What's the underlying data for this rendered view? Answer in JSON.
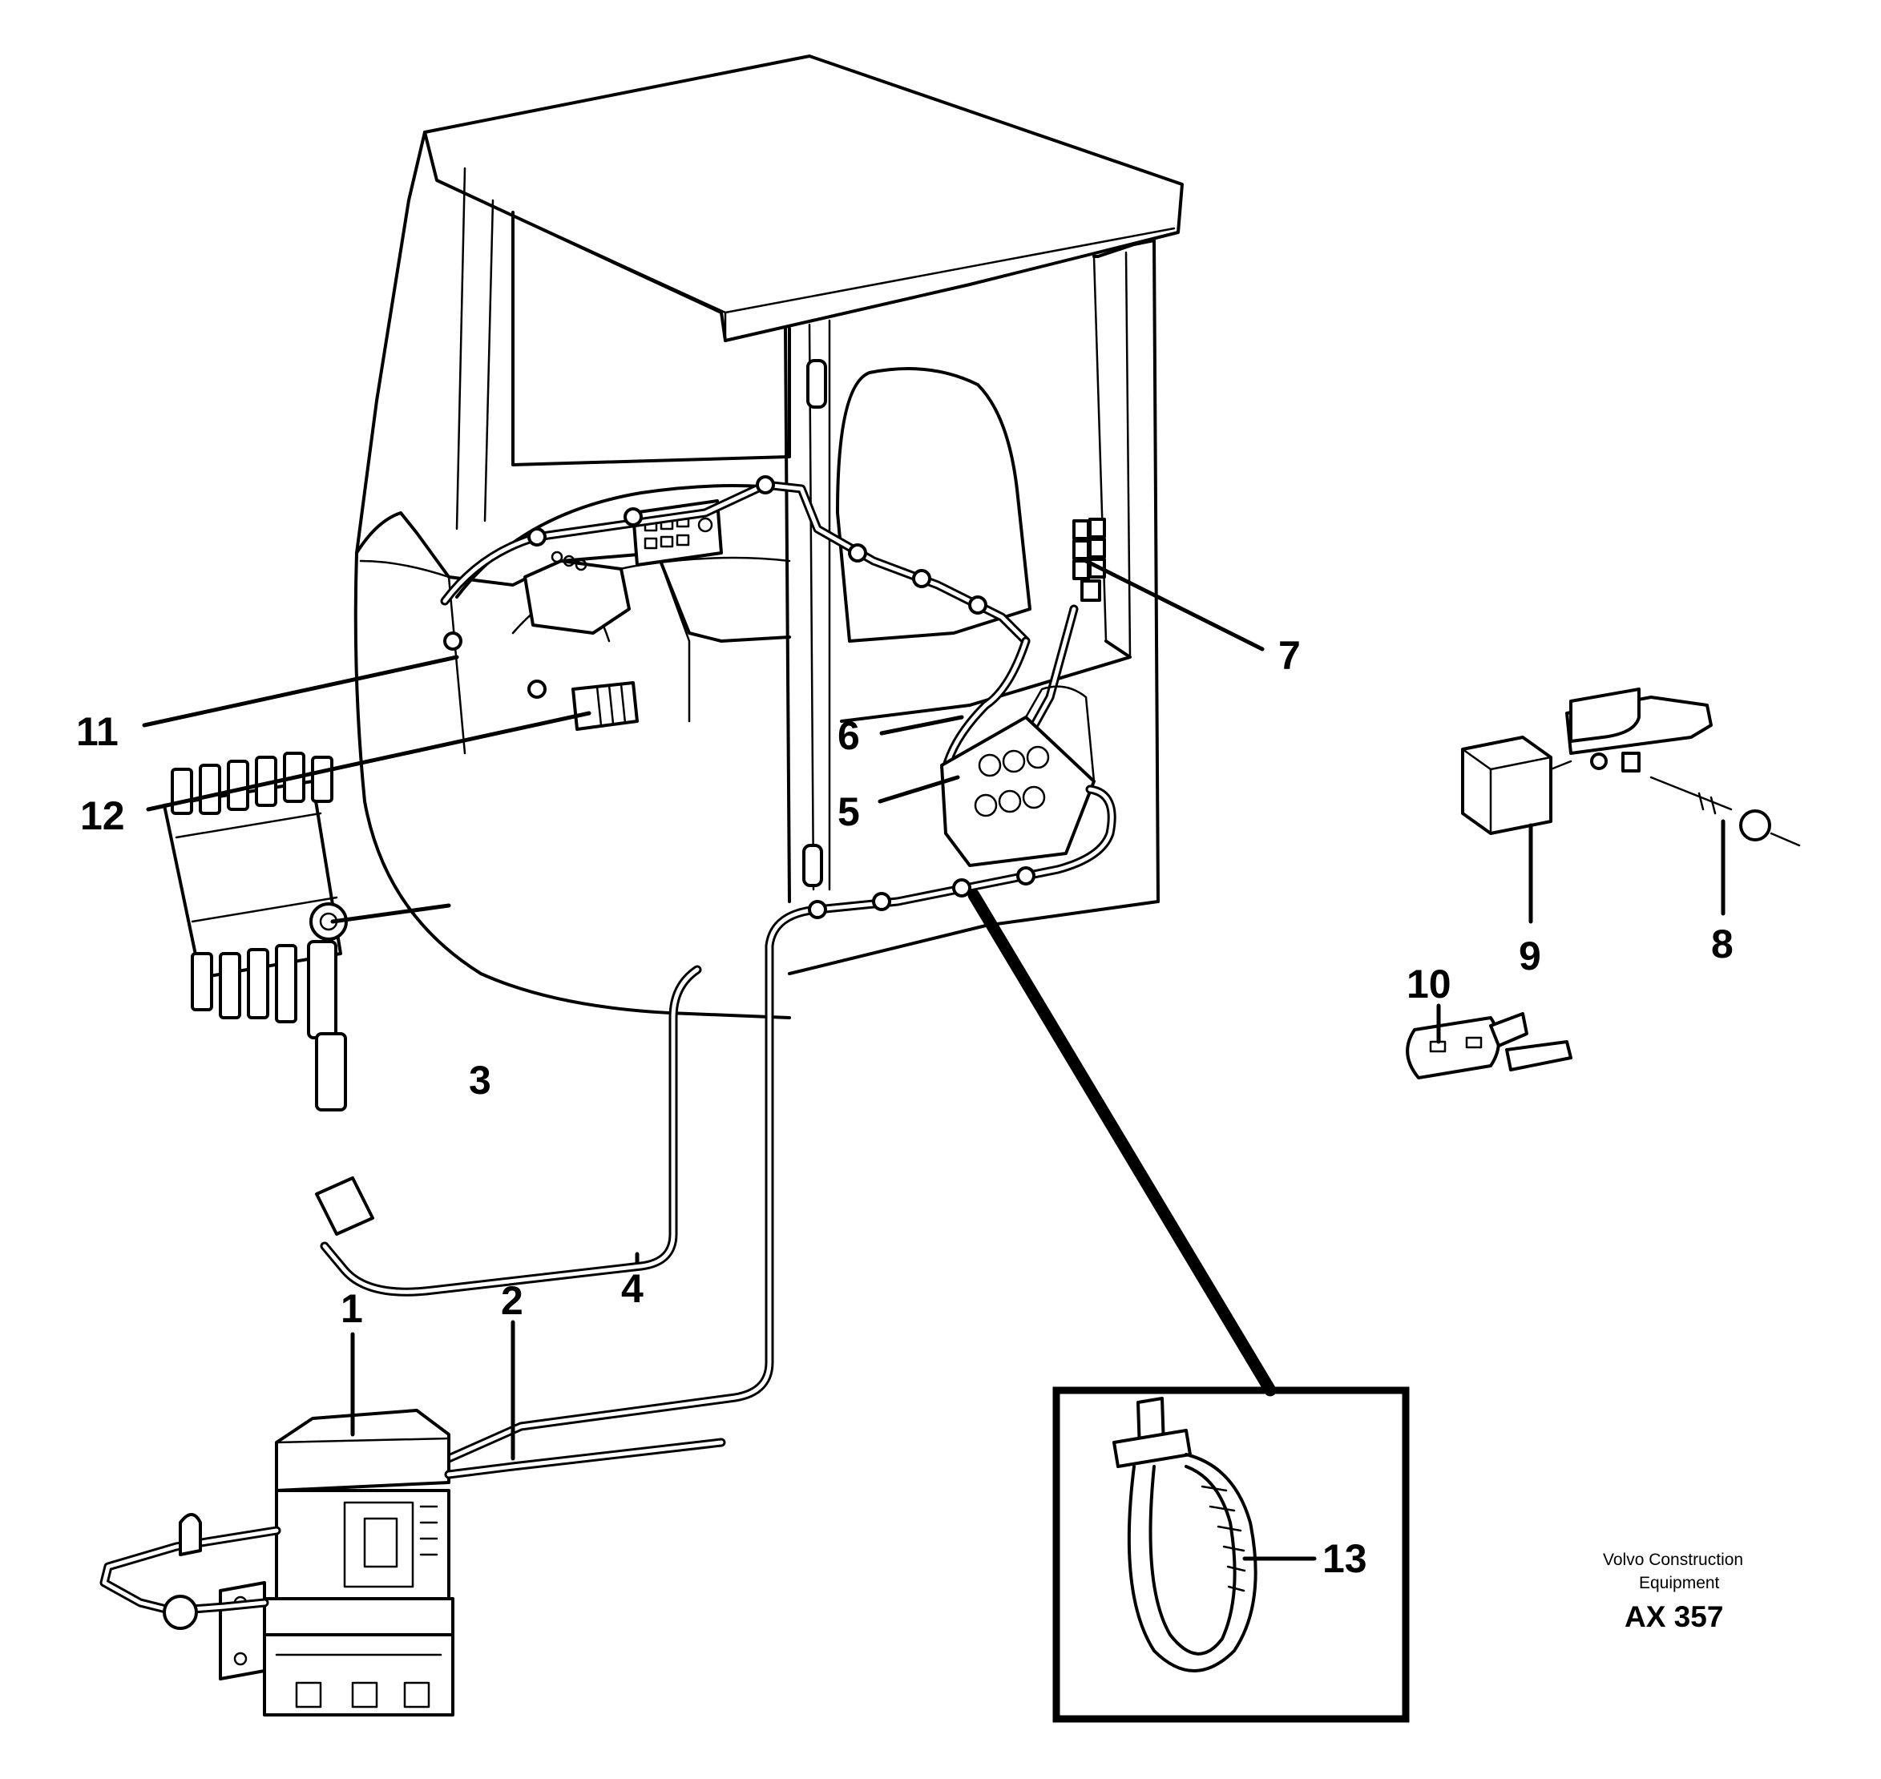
{
  "figure": {
    "credit_line1": "Volvo Construction",
    "credit_line2": "Equipment",
    "drawing_number": "AX 357"
  },
  "callouts": [
    {
      "id": "1",
      "label": "1"
    },
    {
      "id": "2",
      "label": "2"
    },
    {
      "id": "3",
      "label": "3"
    },
    {
      "id": "4",
      "label": "4"
    },
    {
      "id": "5",
      "label": "5"
    },
    {
      "id": "6",
      "label": "6"
    },
    {
      "id": "7",
      "label": "7"
    },
    {
      "id": "8",
      "label": "8"
    },
    {
      "id": "9",
      "label": "9"
    },
    {
      "id": "10",
      "label": "10"
    },
    {
      "id": "11",
      "label": "11"
    },
    {
      "id": "12",
      "label": "12"
    },
    {
      "id": "13",
      "label": "13"
    }
  ]
}
